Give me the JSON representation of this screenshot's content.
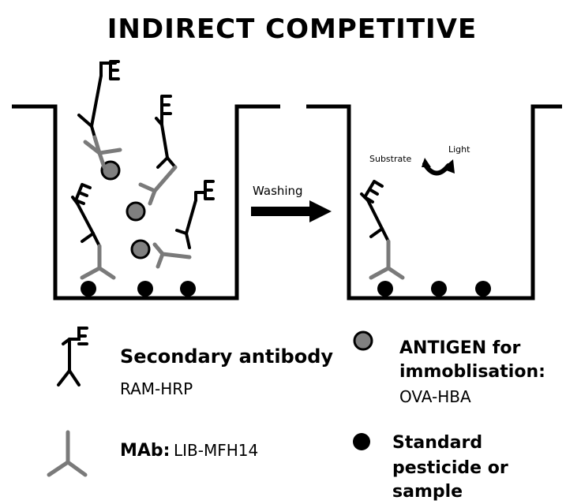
{
  "title": "INDIRECT COMPETITIVE",
  "arrow_label": "Washing",
  "substrate_label": "Substrate",
  "light_label": "Light",
  "enzyme_letter": "E",
  "legend": {
    "secondary_antibody": {
      "name": "Secondary antibody",
      "detail": "RAM-HRP"
    },
    "mab": {
      "name": "MAb:",
      "detail": "LIB-MFH14"
    },
    "antigen": {
      "line1": "ANTIGEN for",
      "line2": "immoblisation:",
      "line3": "OVA-HBA"
    },
    "standard": {
      "line1": "Standard",
      "line2": "pesticide or",
      "line3": "sample"
    }
  },
  "colors": {
    "outline": "#000000",
    "mab_gray": "#7a7a7a",
    "antigen_fill": "#808080",
    "pesticide_fill": "#000000"
  }
}
